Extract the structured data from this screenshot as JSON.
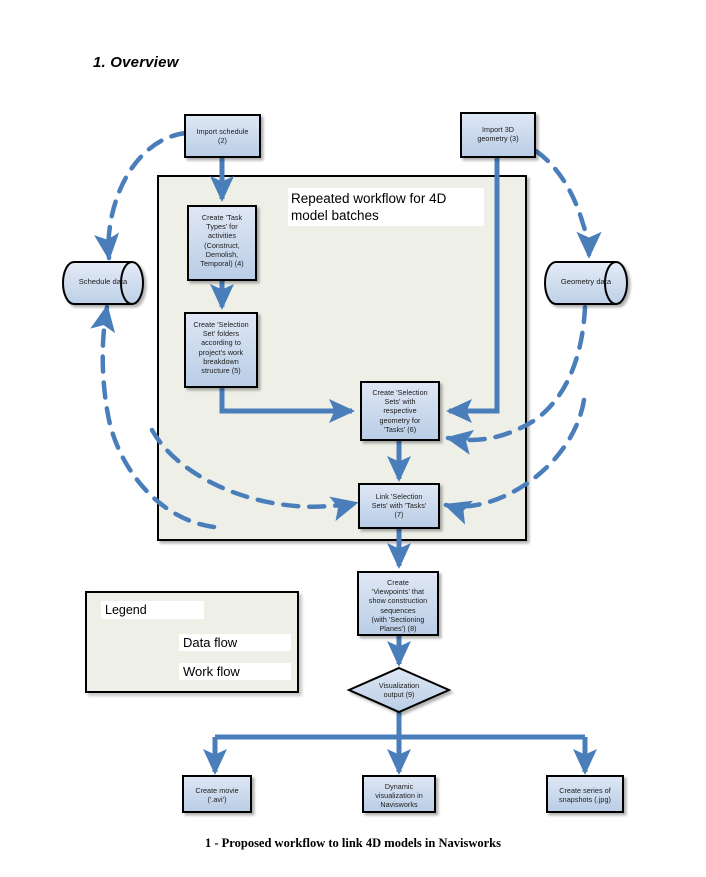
{
  "document": {
    "heading": "1.  Overview",
    "caption": "1 - Proposed workflow to link 4D models in Navisworks"
  },
  "colors": {
    "arrow_blue": "#4a7ebb",
    "node_fill_top": "#dbe4f2",
    "node_fill_bottom": "#bcd0e8",
    "node_border": "#000000",
    "container_fill": "#eef0e8",
    "container_border": "#000000",
    "page_background": "#ffffff"
  },
  "diagram": {
    "container": {
      "title": "Repeated workflow for 4D model batches"
    },
    "nodes": [
      {
        "id": "import-schedule",
        "label": "Import schedule (2)",
        "lines": [
          "Import schedule",
          "(2)"
        ],
        "shape": "process"
      },
      {
        "id": "import-geometry",
        "label": "Import 3D geometry (3)",
        "lines": [
          "Import 3D",
          "geometry (3)"
        ],
        "shape": "process"
      },
      {
        "id": "create-task-types",
        "label": "Create 'Task Types' for activities (Construct, Demolish, Temporal) (4)",
        "lines": [
          "Create 'Task",
          "Types' for",
          "activities",
          "(Construct,",
          "Demolish,",
          "Temporal) (4)"
        ],
        "shape": "process"
      },
      {
        "id": "create-sel-folders",
        "label": "Create 'Selection Set' folders according to project's work breakdown structure (5)",
        "lines": [
          "Create 'Selection",
          "Set' folders",
          "according to",
          "project's work",
          "breakdown",
          "structure (5)"
        ],
        "shape": "process"
      },
      {
        "id": "create-sel-sets",
        "label": "Create 'Selection Sets' with respective geometry for 'Tasks' (6)",
        "lines": [
          "Create 'Selection",
          "Sets' with",
          "respective",
          "geometry for",
          "'Tasks' (6)"
        ],
        "shape": "process"
      },
      {
        "id": "link-sel-sets",
        "label": "Link 'Selection Sets' with 'Tasks' (7)",
        "lines": [
          "Link 'Selection",
          "Sets' with 'Tasks'",
          "(7)"
        ],
        "shape": "process"
      },
      {
        "id": "create-viewpoints",
        "label": "Create 'Viewpoints' that show construction sequences (with 'Sectioning Planes') (8)",
        "lines": [
          "Create",
          "'Viewpoints' that",
          "show construction",
          "sequences",
          "(with 'Sectioning",
          "Planes') (8)"
        ],
        "shape": "process"
      },
      {
        "id": "visualization-output",
        "label": "Visualization output (9)",
        "lines": [
          "Visualization",
          "output (9)"
        ],
        "shape": "decision"
      },
      {
        "id": "create-movie",
        "label": "Create movie ('.avi')",
        "lines": [
          "Create movie",
          "('.avi')"
        ],
        "shape": "process"
      },
      {
        "id": "dynamic-visualization",
        "label": "Dynamic visualization in Navisworks",
        "lines": [
          "Dynamic",
          "visualization in",
          "Navisworks"
        ],
        "shape": "process"
      },
      {
        "id": "create-snapshots",
        "label": "Create series of snapshots (.jpg)",
        "lines": [
          "Create series of",
          "snapshots (.jpg)"
        ],
        "shape": "process"
      }
    ],
    "datastores": [
      {
        "id": "schedule-data",
        "label": "Schedule data"
      },
      {
        "id": "geometry-data",
        "label": "Geometry data"
      }
    ]
  },
  "legend": {
    "title": "Legend",
    "items": [
      {
        "id": "data-flow",
        "label": "Data flow",
        "style": "dashed"
      },
      {
        "id": "work-flow",
        "label": "Work flow",
        "style": "solid"
      }
    ]
  }
}
